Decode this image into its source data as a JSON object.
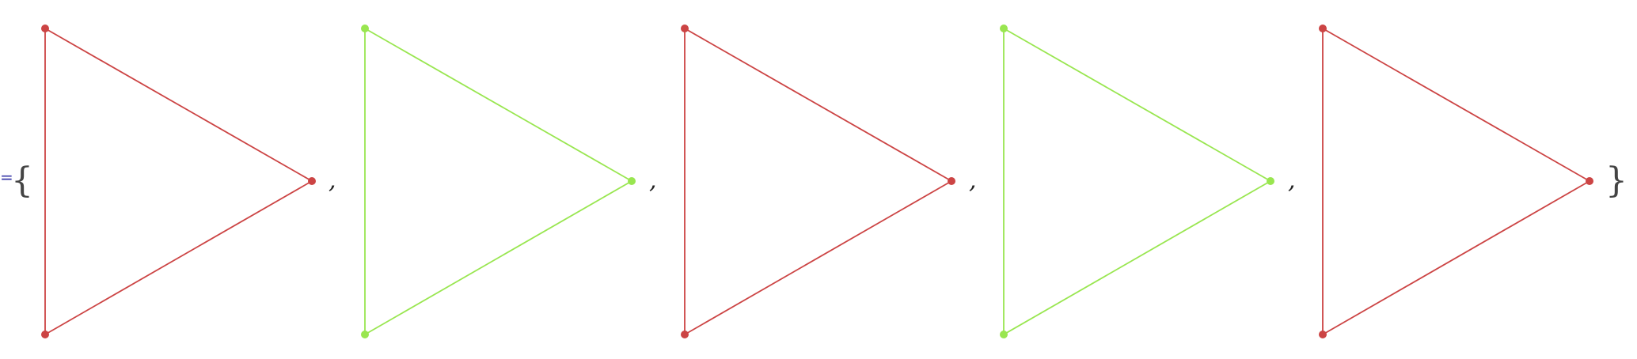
{
  "expression": {
    "assignment_symbol": "=",
    "open_brace": "{",
    "close_brace": "}",
    "separator": ","
  },
  "graphs": [
    {
      "color": "#cc4444",
      "vertex_count": 3,
      "edges": [
        [
          1,
          2
        ],
        [
          2,
          3
        ],
        [
          3,
          1
        ]
      ]
    },
    {
      "color": "#99e650",
      "vertex_count": 3,
      "edges": [
        [
          1,
          2
        ],
        [
          2,
          3
        ],
        [
          3,
          1
        ]
      ]
    },
    {
      "color": "#cc4444",
      "vertex_count": 3,
      "edges": [
        [
          1,
          2
        ],
        [
          2,
          3
        ],
        [
          3,
          1
        ]
      ]
    },
    {
      "color": "#99e650",
      "vertex_count": 3,
      "edges": [
        [
          1,
          2
        ],
        [
          2,
          3
        ],
        [
          3,
          1
        ]
      ]
    },
    {
      "color": "#cc4444",
      "vertex_count": 3,
      "edges": [
        [
          1,
          2
        ],
        [
          2,
          3
        ],
        [
          3,
          1
        ]
      ]
    }
  ]
}
